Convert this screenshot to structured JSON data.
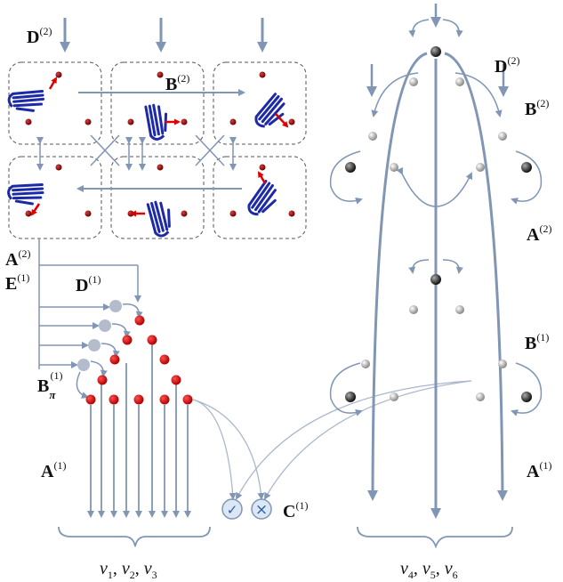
{
  "labels": {
    "D2": "D",
    "D2_sup": "(2)",
    "B2": "B",
    "B2_sup": "(2)",
    "D2r": "D",
    "D2r_sup": "(2)",
    "B2r": "B",
    "B2r_sup": "(2)",
    "A2": "A",
    "A2_sup": "(2)",
    "A2r": "A",
    "A2r_sup": "(2)",
    "E1": "E",
    "E1_sup": "(1)",
    "D1": "D",
    "D1_sup": "(1)",
    "Bpi": "B",
    "Bpi_sub": "π",
    "Bpi_sup": "(1)",
    "A1": "A",
    "A1_sup": "(1)",
    "B1r": "B",
    "B1r_sup": "(1)",
    "A1r": "A",
    "A1r_sup": "(1)",
    "C1": "C",
    "C1_sup": "(1)"
  },
  "groups": {
    "left_v": "v",
    "left_sub1": "1",
    "left_sub2": "2",
    "left_sub3": "3",
    "right_v": "v",
    "right_sub1": "4",
    "right_sub2": "5",
    "right_sub3": "6"
  },
  "icons": {
    "check": "✓",
    "cross": "×"
  },
  "colors": {
    "arrow": "#8096b4",
    "red": "#d40000",
    "grey_node": "#b4bccb",
    "hand": "#1c2aa8"
  }
}
